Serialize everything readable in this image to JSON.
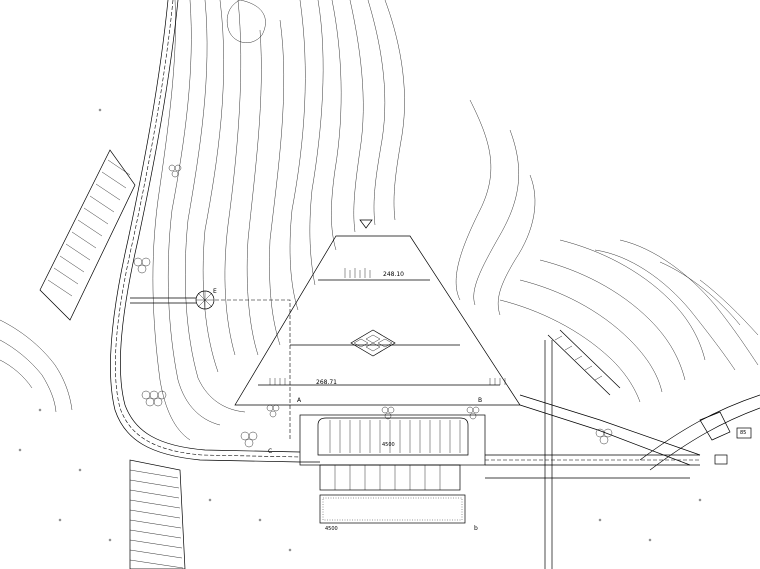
{
  "elevations": {
    "crest": "248.10",
    "berm": "268.71"
  },
  "section_marks": {
    "a": "A",
    "b": "B",
    "c": "C",
    "e": "E",
    "lower_b": "b"
  },
  "dimensions": {
    "upper_span": "4500",
    "lower_span": "4500"
  },
  "numeric_labels": {
    "right_box": "85"
  }
}
